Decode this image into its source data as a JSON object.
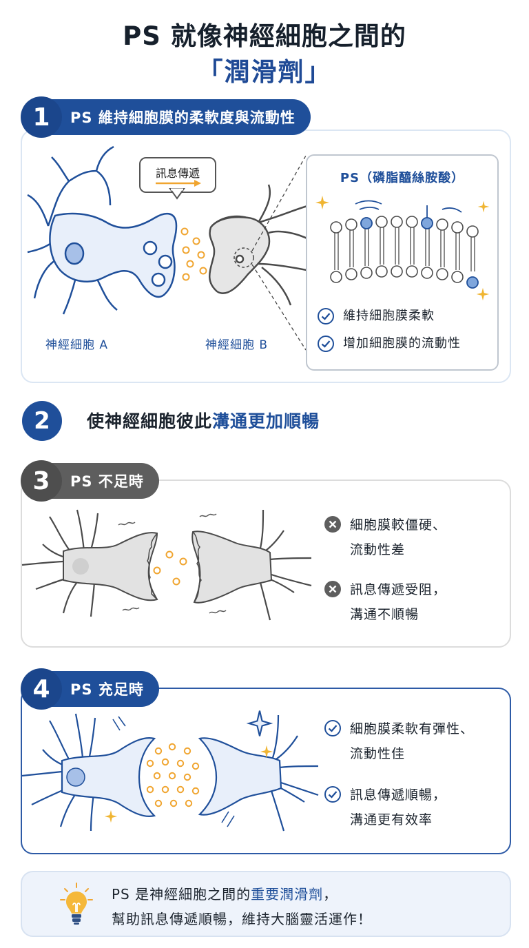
{
  "title": {
    "line1": "PS 就像神經細胞之間的",
    "line2": "「潤滑劑」"
  },
  "section1": {
    "number": "1",
    "label": "PS 維持細胞膜的柔軟度與流動性",
    "bubble": "訊息傳遞",
    "neuron_a": "神經細胞 A",
    "neuron_b": "神經細胞 B",
    "inset_title": "PS（磷脂醯絲胺酸）",
    "checks": [
      "維持細胞膜柔軟",
      "增加細胞膜的流動性"
    ]
  },
  "section2": {
    "number": "2",
    "text_plain": "使神經細胞彼此",
    "text_highlight": "溝通更加順暢"
  },
  "section3": {
    "number": "3",
    "label": "PS 不足時",
    "items": [
      {
        "line1": "細胞膜較僵硬、",
        "line2": "流動性差"
      },
      {
        "line1": "訊息傳遞受阻，",
        "line2": "溝通不順暢"
      }
    ]
  },
  "section4": {
    "number": "4",
    "label": "PS 充足時",
    "items": [
      {
        "line1": "細胞膜柔軟有彈性、",
        "line2": "流動性佳"
      },
      {
        "line1": "訊息傳遞順暢，",
        "line2": "溝通更有效率"
      }
    ]
  },
  "tip": {
    "l1_plain": "PS 是神經細胞之間的",
    "l1_highlight": "重要潤滑劑",
    "l1_end": "，",
    "l2": "幫助訊息傳遞順暢，維持大腦靈活運作！"
  },
  "colors": {
    "accent": "#1f4f9a",
    "neutral": "#5e5e5e",
    "dot": "#f0a530"
  },
  "icons": [
    "check-circle-icon",
    "x-circle-icon",
    "lightbulb-icon",
    "sparkle-icon",
    "arrow-right-icon"
  ]
}
